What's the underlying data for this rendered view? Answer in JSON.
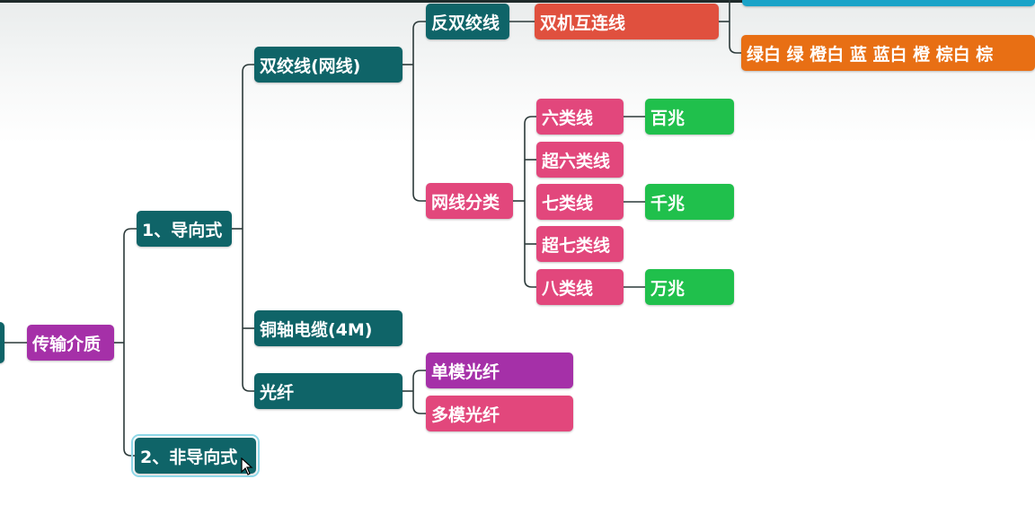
{
  "colors": {
    "teal": "#0f6468",
    "purple": "#a530a8",
    "pink": "#e2477c",
    "green": "#20c04c",
    "orange": "#e86f14",
    "coral": "#e0503e",
    "cyan": "#1aa3c8",
    "connector": "#2c3a3a"
  },
  "mindmap": {
    "root": "传输介质",
    "guided": "1、导向式",
    "unguided": "2、非导向式",
    "twisted_pair": "双绞线(网线)",
    "coaxial": "铜轴电缆(4M)",
    "fiber": "光纤",
    "crossover": "反双绞线",
    "crossover_use": "双机互连线",
    "wire_order": "绿白 绿 橙白 蓝 蓝白 橙 棕白 棕",
    "cable_categories": "网线分类",
    "cat6": "六类线",
    "cat6a": "超六类线",
    "cat7": "七类线",
    "cat7a": "超七类线",
    "cat8": "八类线",
    "speed_100m": "百兆",
    "speed_1000m": "千兆",
    "speed_10g": "万兆",
    "single_mode": "单模光纤",
    "multi_mode": "多模光纤"
  },
  "cursor_icon": "mouse-pointer-icon"
}
